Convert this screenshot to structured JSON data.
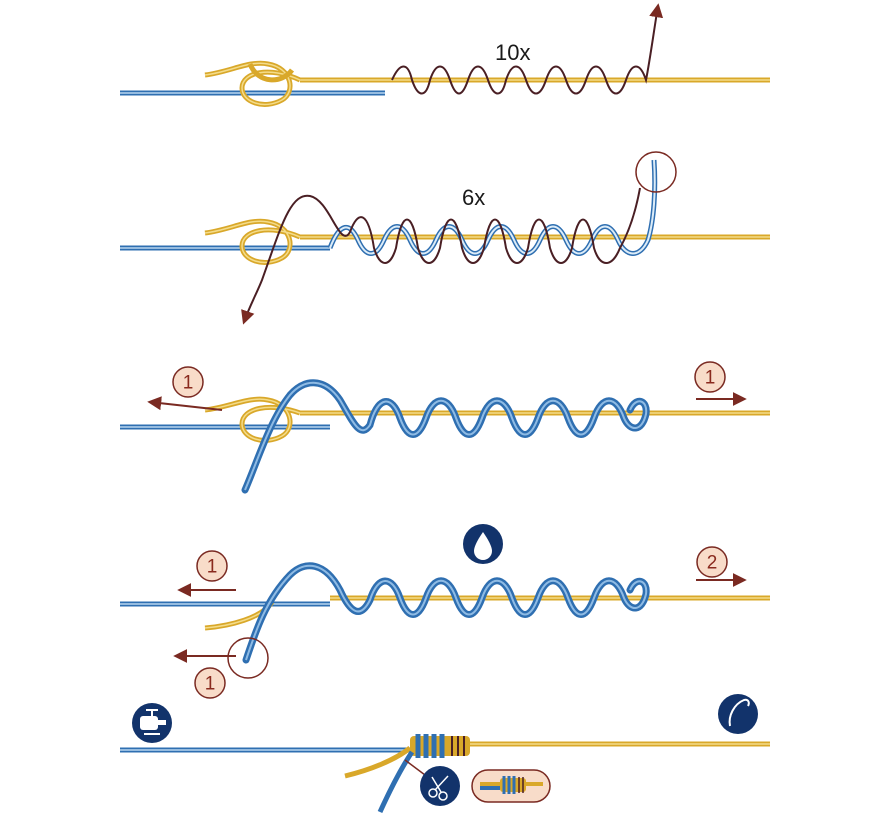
{
  "colors": {
    "yellow_line": "#d9a82a",
    "yellow_light": "#f4dc8a",
    "blue_line": "#2f6fb1",
    "blue_light": "#b9d6f0",
    "dark_line": "#4a1f24",
    "arrow": "#7a2a22",
    "badge_fill": "#f8dcc9",
    "badge_stroke": "#7a2a22",
    "icon_navy": "#12336b"
  },
  "steps": [
    {
      "label": "10x"
    },
    {
      "label": "6x"
    },
    {
      "badges": {
        "left": "1",
        "right": "1"
      }
    },
    {
      "badges": {
        "left": "1",
        "right": "2",
        "lower": "1"
      },
      "icon": "water-drop-icon"
    },
    {
      "icons": [
        "reel-icon",
        "hook-icon",
        "scissors-icon",
        "finished-knot-icon"
      ]
    }
  ]
}
